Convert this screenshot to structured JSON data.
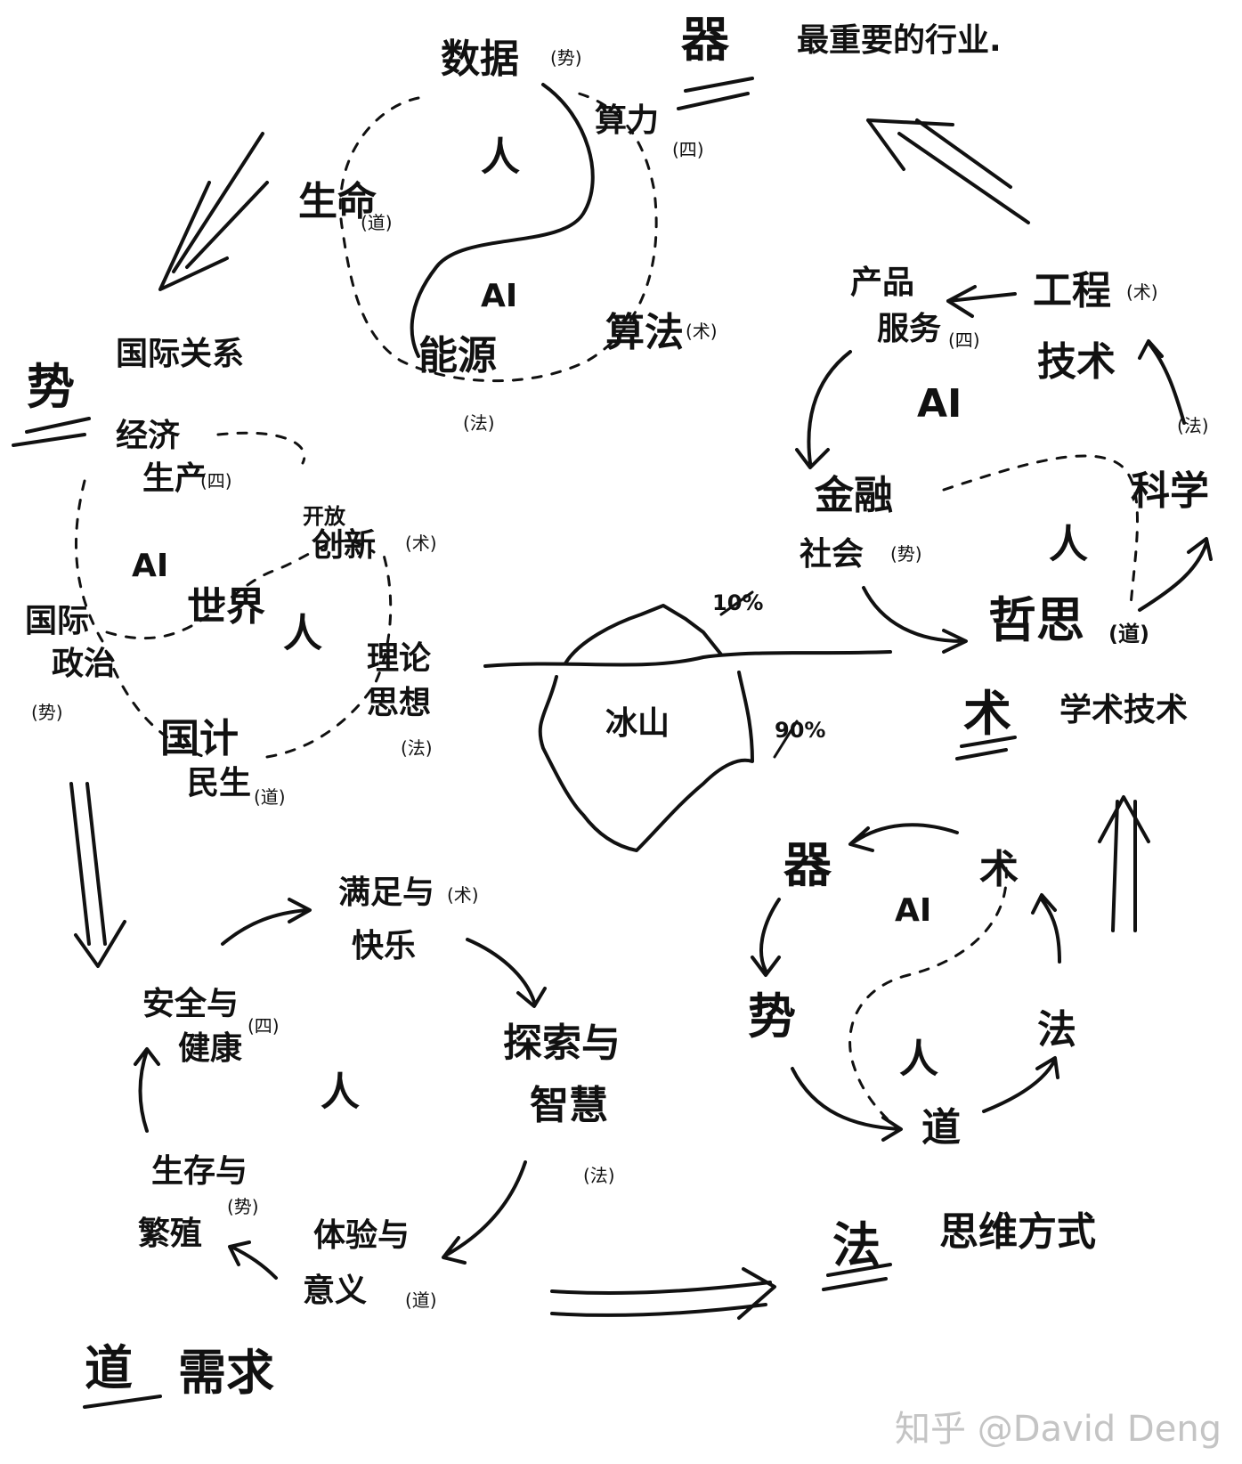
{
  "summary": {
    "qi": {
      "head": "器",
      "body": "最重要的行业."
    },
    "shi": {
      "head": "势",
      "body": "国际关系"
    },
    "shu": {
      "head": "术",
      "body": "学术技术"
    },
    "fa": {
      "head": "法",
      "body": "思维方式"
    },
    "dao": {
      "head": "道",
      "body": "需求"
    }
  },
  "cycle_industry": {
    "data": "数据",
    "data_tag": "(势)",
    "compute": "算力",
    "compute_tag": "(四)",
    "life": "生命",
    "life_tag": "(道)",
    "center_top": "人",
    "center_bottom": "AI",
    "energy": "能源",
    "energy_tag": "(法)",
    "algorithm": "算法",
    "algorithm_tag": "(术)"
  },
  "cycle_world": {
    "economy": "经济",
    "economy2": "生产",
    "economy_tag": "(四)",
    "open": "开放",
    "open2": "创新",
    "open_tag": "(术)",
    "center_ai": "AI",
    "center_world": "世界",
    "center_person": "人",
    "politics": "国际",
    "politics2": "政治",
    "politics_tag": "(势)",
    "theory": "理论",
    "theory2": "思想",
    "theory_tag": "(法)",
    "livelihood": "国计",
    "livelihood2": "民生",
    "livelihood_tag": "(道)"
  },
  "cycle_tech": {
    "product": "产品",
    "product2": "服务",
    "product_tag": "(四)",
    "engineering": "工程",
    "engineering2": "技术",
    "engineering_tag": "(术)",
    "center_ai": "AI",
    "center_person": "人",
    "science_tag": "(法)",
    "science": "科学",
    "finance": "金融",
    "finance2": "社会",
    "finance_tag": "(势)",
    "philosophy": "哲思",
    "philosophy_tag": "(道)"
  },
  "iceberg": {
    "label": "冰山",
    "top": "10%",
    "bottom": "90%"
  },
  "cycle_needs": {
    "satisfy": "满足与",
    "satisfy_tag": "(术)",
    "satisfy2": "快乐",
    "safety": "安全与",
    "safety2": "健康",
    "safety_tag": "(四)",
    "center": "人",
    "explore": "探索与",
    "explore2": "智慧",
    "explore_tag": "(法)",
    "survive": "生存与",
    "survive2": "繁殖",
    "survive_tag": "(势)",
    "experience": "体验与",
    "experience2": "意义",
    "experience_tag": "(道)"
  },
  "cycle_meta": {
    "qi": "器",
    "shu": "术",
    "center_ai": "AI",
    "shi": "势",
    "center_person": "人",
    "fa": "法",
    "dao": "道"
  },
  "watermark": "知乎 @David Deng"
}
